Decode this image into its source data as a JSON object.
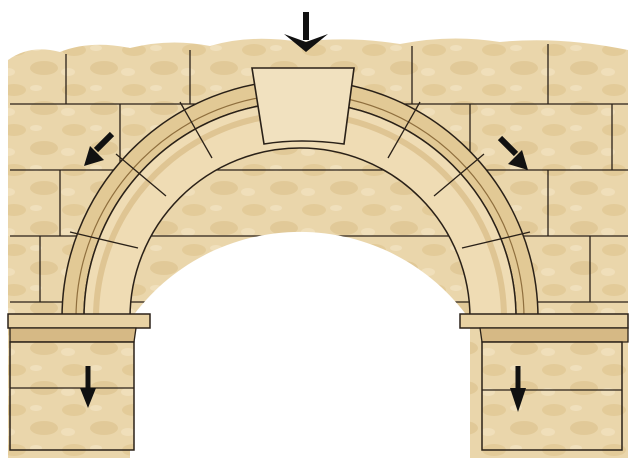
{
  "diagram": {
    "subject": "stone-arch-load-path",
    "colors": {
      "background": "#ffffff",
      "stone_light": "#efdcb4",
      "stone_mid": "#e2c995",
      "stone_shadow": "#cfae72",
      "mortar_line": "#2a2118",
      "arrow": "#111111"
    },
    "arrows": [
      {
        "id": "keystone-load",
        "direction": "down",
        "icon": "arrow-down-icon"
      },
      {
        "id": "left-thrust",
        "direction": "down-left",
        "icon": "arrow-down-left-icon"
      },
      {
        "id": "right-thrust",
        "direction": "down-right",
        "icon": "arrow-down-right-icon"
      },
      {
        "id": "left-pier-load",
        "direction": "down",
        "icon": "arrow-down-icon"
      },
      {
        "id": "right-pier-load",
        "direction": "down",
        "icon": "arrow-down-icon"
      }
    ],
    "parts": [
      "wall",
      "arch-ring",
      "voussoirs",
      "keystone",
      "impost-left",
      "impost-right",
      "pier-left",
      "pier-right",
      "opening"
    ]
  }
}
